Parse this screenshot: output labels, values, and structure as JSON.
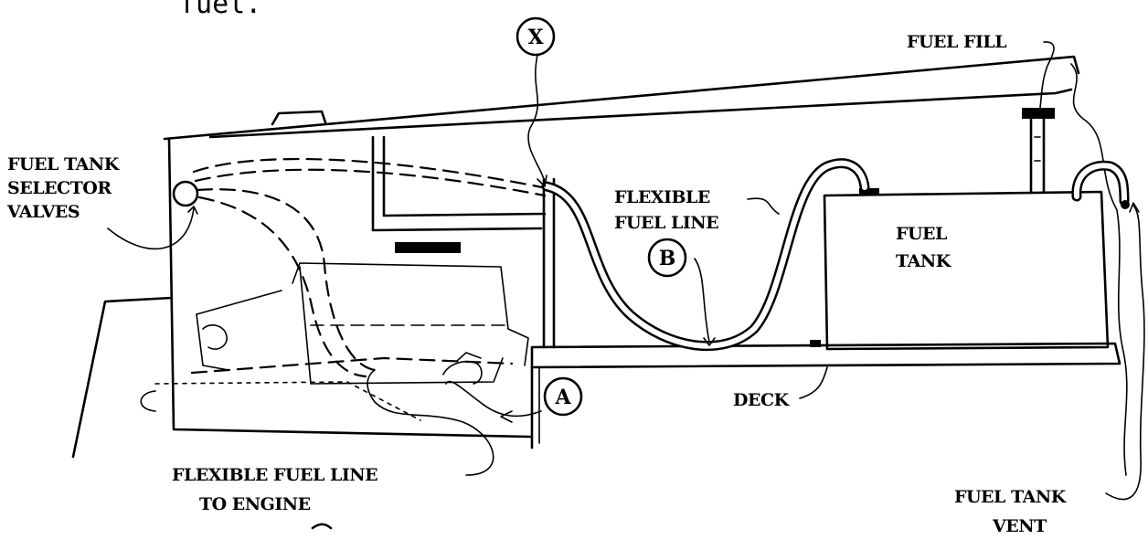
{
  "top_text": "fuel.",
  "labels": {
    "fuel_fill": "FUEL FILL",
    "fuel_tank_selector_valves": [
      "FUEL TANK",
      "SELECTOR",
      "VALVES"
    ],
    "flexible_fuel_line": [
      "FLEXIBLE",
      "FUEL LINE"
    ],
    "fuel_tank": [
      "FUEL",
      "TANK"
    ],
    "deck": "DECK",
    "flexible_fuel_line_to_engine": [
      "FLEXIBLE FUEL LINE",
      "TO ENGINE"
    ],
    "fuel_tank_vent": [
      "FUEL TANK",
      "VENT"
    ]
  },
  "callouts": {
    "x": "X",
    "b": "B",
    "a": "A"
  }
}
